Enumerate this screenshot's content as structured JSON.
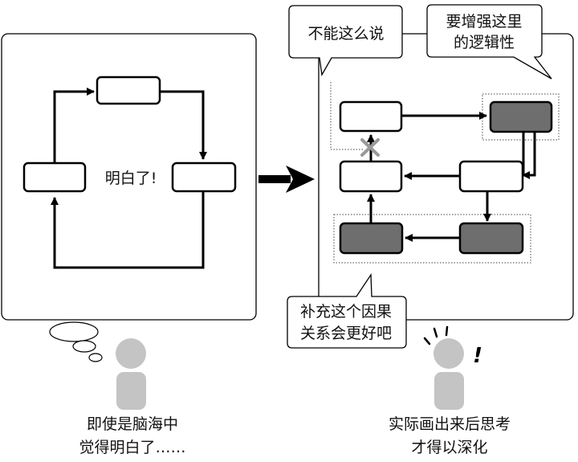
{
  "left_panel": {
    "center_text": "明白了!"
  },
  "right_panel": {
    "bubble_top_left": "不能这么说",
    "bubble_top_right": [
      "要增强这里",
      "的逻辑性"
    ],
    "bubble_bottom": [
      "补充这个因果",
      "关系会更好吧"
    ],
    "exclamation": "!"
  },
  "captions": {
    "left": [
      "即使是脑海中",
      "觉得明白了……"
    ],
    "right": [
      "实际画出来后思考",
      "才得以深化"
    ]
  },
  "colors": {
    "stroke": "#000000",
    "dark_box": "#6e6e6e",
    "person": "#c4c4c4",
    "cross": "#999999"
  }
}
